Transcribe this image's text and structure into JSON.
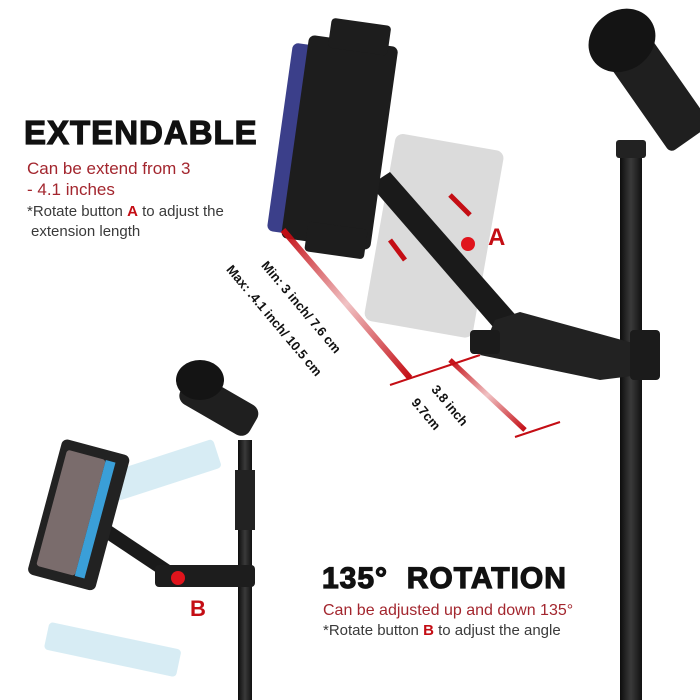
{
  "extendable": {
    "title": "EXTENDABLE",
    "subtitle_line1": "Can be extend from 3",
    "subtitle_line2": "- 4.1 inches",
    "note_prefix": "*Rotate button",
    "note_button": "A",
    "note_suffix": "to adjust the",
    "note_line2": "extension length"
  },
  "measurements": {
    "min": "Min: 3 inch/ 7.6 cm",
    "max": "Max: .4.1 inch/ 10.5 cm",
    "travel_inch": "3.8 inch",
    "travel_cm": "9.7cm"
  },
  "labels": {
    "button_a": "A",
    "button_b": "B"
  },
  "rotation": {
    "title": "135°  ROTATION",
    "subtitle": "Can be adjusted up and down 135°",
    "note_prefix": "*Rotate button",
    "note_button": "B",
    "note_suffix": "to adjust the angle"
  },
  "colors": {
    "accent_red": "#c40d14",
    "subtitle_red": "#a3262e",
    "stand_black": "#1e1e1e",
    "tablet_blue": "#3a9fd8"
  }
}
